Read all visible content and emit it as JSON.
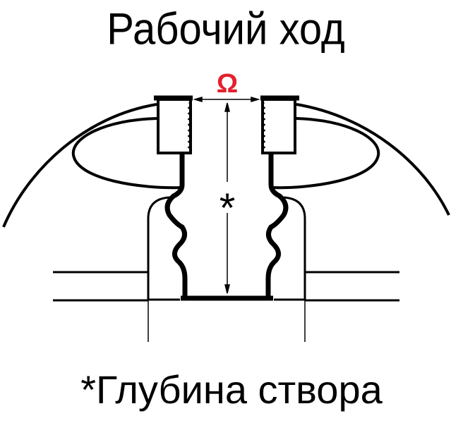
{
  "title": "Рабочий ход",
  "grip_symbol": "Ω",
  "depth_marker": "*",
  "footnote": "*Глубина створа",
  "colors": {
    "accent": "#e4202d",
    "ink": "#000000"
  }
}
